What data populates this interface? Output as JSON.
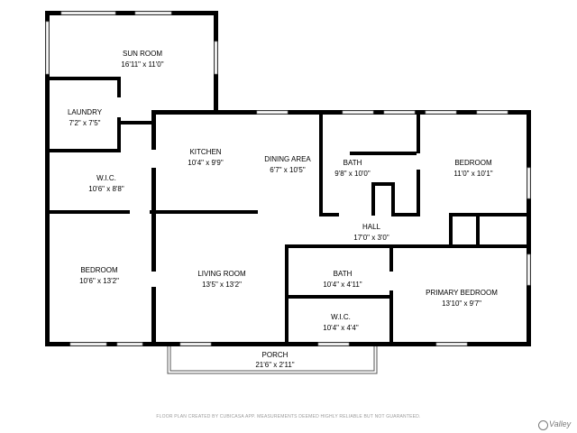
{
  "rooms": {
    "sun_room": {
      "name": "SUN ROOM",
      "dims": "16'11\" x 11'0\""
    },
    "laundry": {
      "name": "LAUNDRY",
      "dims": "7'2\" x 7'5\""
    },
    "kitchen": {
      "name": "KITCHEN",
      "dims": "10'4\" x 9'9\""
    },
    "dining_area": {
      "name": "DINING AREA",
      "dims": "6'7\" x 10'5\""
    },
    "bath_top": {
      "name": "BATH",
      "dims": "9'8\" x 10'0\""
    },
    "bedroom_right": {
      "name": "BEDROOM",
      "dims": "11'0\" x 10'1\""
    },
    "wic_left": {
      "name": "W.I.C.",
      "dims": "10'6\" x 8'8\""
    },
    "hall": {
      "name": "HALL",
      "dims": "17'0\" x 3'0\""
    },
    "bedroom_left": {
      "name": "BEDROOM",
      "dims": "10'6\" x 13'2\""
    },
    "living_room": {
      "name": "LIVING ROOM",
      "dims": "13'5\" x 13'2\""
    },
    "bath_mid": {
      "name": "BATH",
      "dims": "10'4\" x 4'11\""
    },
    "primary_bedroom": {
      "name": "PRIMARY BEDROOM",
      "dims": "13'10\" x 9'7\""
    },
    "wic_mid": {
      "name": "W.I.C.",
      "dims": "10'4\" x 4'4\""
    },
    "porch": {
      "name": "PORCH",
      "dims": "21'6\" x 2'11\""
    }
  },
  "disclaimer": "FLOOR PLAN CREATED BY CUBICASA APP. MEASUREMENTS DEEMED HIGHLY RELIABLE BUT NOT GUARANTEED.",
  "logo": {
    "text": "Valley"
  },
  "colors": {
    "wall": "#000000",
    "background": "#ffffff",
    "window": "#999999",
    "disclaimer": "#9a9a9a"
  }
}
